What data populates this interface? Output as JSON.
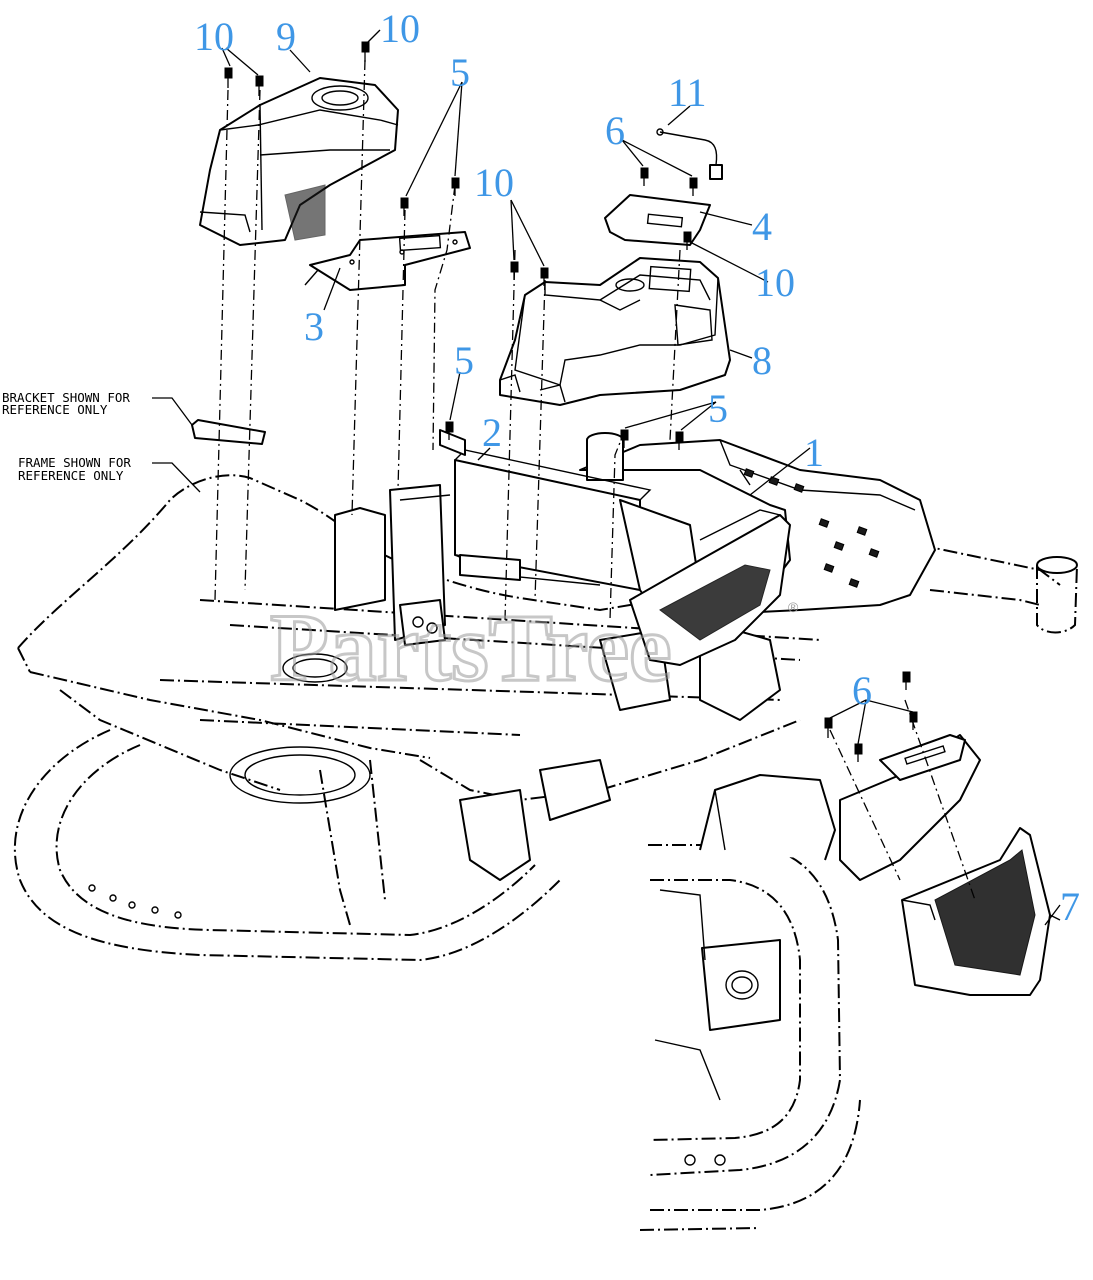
{
  "watermark": {
    "text": "PartsTree",
    "trademark": "®"
  },
  "notes": {
    "bracket_line1": "BRACKET SHOWN FOR",
    "bracket_line2": "REFERENCE ONLY",
    "frame_line1": "FRAME SHOWN FOR",
    "frame_line2": "REFERENCE ONLY"
  },
  "callouts": {
    "c10_top_left": "10",
    "c9": "9",
    "c10_top_mid": "10",
    "c5_top": "5",
    "c11": "11",
    "c6_top": "6",
    "c10_mid": "10",
    "c4": "4",
    "c10_right": "10",
    "c3": "3",
    "c5_mid": "5",
    "c8": "8",
    "c2": "2",
    "c5_right": "5",
    "c1": "1",
    "c6_lower": "6",
    "c7": "7"
  }
}
